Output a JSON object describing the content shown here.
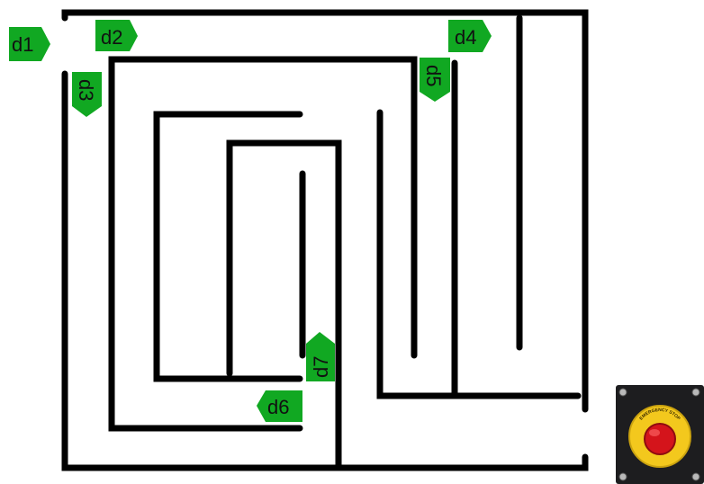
{
  "maze": {
    "wall_color": "#000000",
    "background": "#ffffff"
  },
  "markers": {
    "color": "#11a822",
    "text_color": "#111111",
    "items": [
      {
        "id": "d1",
        "label": "d1",
        "shape": "arrow-right"
      },
      {
        "id": "d2",
        "label": "d2",
        "shape": "arrow-right"
      },
      {
        "id": "d3",
        "label": "d3",
        "shape": "arrow-down"
      },
      {
        "id": "d4",
        "label": "d4",
        "shape": "arrow-right"
      },
      {
        "id": "d5",
        "label": "d5",
        "shape": "arrow-down"
      },
      {
        "id": "d6",
        "label": "d6",
        "shape": "arrow-left"
      },
      {
        "id": "d7",
        "label": "d7",
        "shape": "arrow-up"
      }
    ]
  },
  "emergency_stop": {
    "label": "EMERGENCY STOP",
    "button_color": "#d4141b",
    "ring_color": "#f3c81d",
    "plate_color": "#1d1d1f",
    "icon": "emergency-stop-icon"
  }
}
